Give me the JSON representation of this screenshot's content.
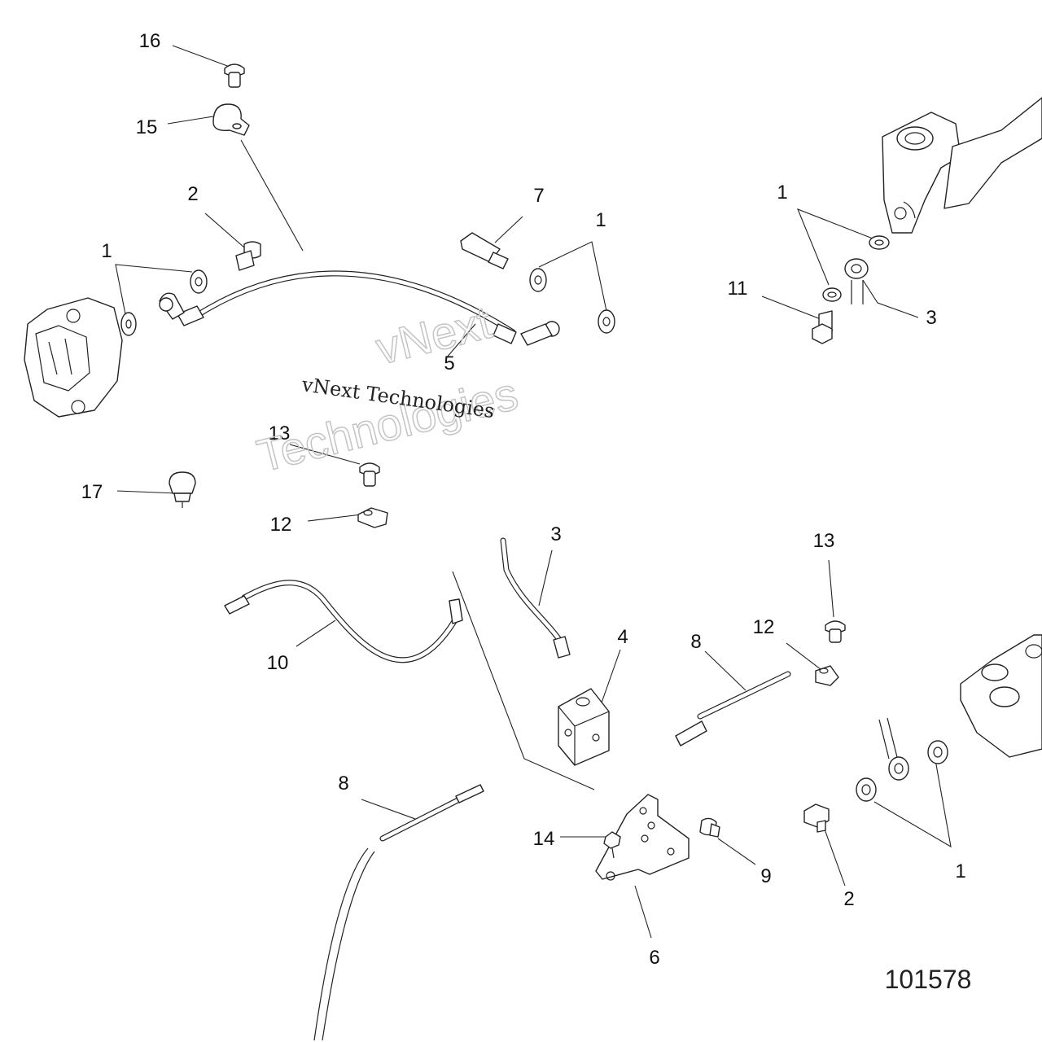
{
  "diagram": {
    "drawing_number": "101578",
    "callouts": [
      {
        "id": "c16",
        "label": "16"
      },
      {
        "id": "c15",
        "label": "15"
      },
      {
        "id": "c2a",
        "label": "2"
      },
      {
        "id": "c1a",
        "label": "1"
      },
      {
        "id": "c7",
        "label": "7"
      },
      {
        "id": "c1b",
        "label": "1"
      },
      {
        "id": "c5",
        "label": "5"
      },
      {
        "id": "c1c",
        "label": "1"
      },
      {
        "id": "c11",
        "label": "11"
      },
      {
        "id": "c3a",
        "label": "3"
      },
      {
        "id": "c13a",
        "label": "13"
      },
      {
        "id": "c17",
        "label": "17"
      },
      {
        "id": "c12a",
        "label": "12"
      },
      {
        "id": "c3b",
        "label": "3"
      },
      {
        "id": "c10",
        "label": "10"
      },
      {
        "id": "c4",
        "label": "4"
      },
      {
        "id": "c8a",
        "label": "8"
      },
      {
        "id": "c12b",
        "label": "12"
      },
      {
        "id": "c13b",
        "label": "13"
      },
      {
        "id": "c8b",
        "label": "8"
      },
      {
        "id": "c14",
        "label": "14"
      },
      {
        "id": "c9",
        "label": "9"
      },
      {
        "id": "c2b",
        "label": "2"
      },
      {
        "id": "c1d",
        "label": "1"
      },
      {
        "id": "c6",
        "label": "6"
      }
    ]
  },
  "watermark": {
    "line1": "vNext",
    "line2": "Technologies",
    "caption": "vNext Technologies"
  }
}
